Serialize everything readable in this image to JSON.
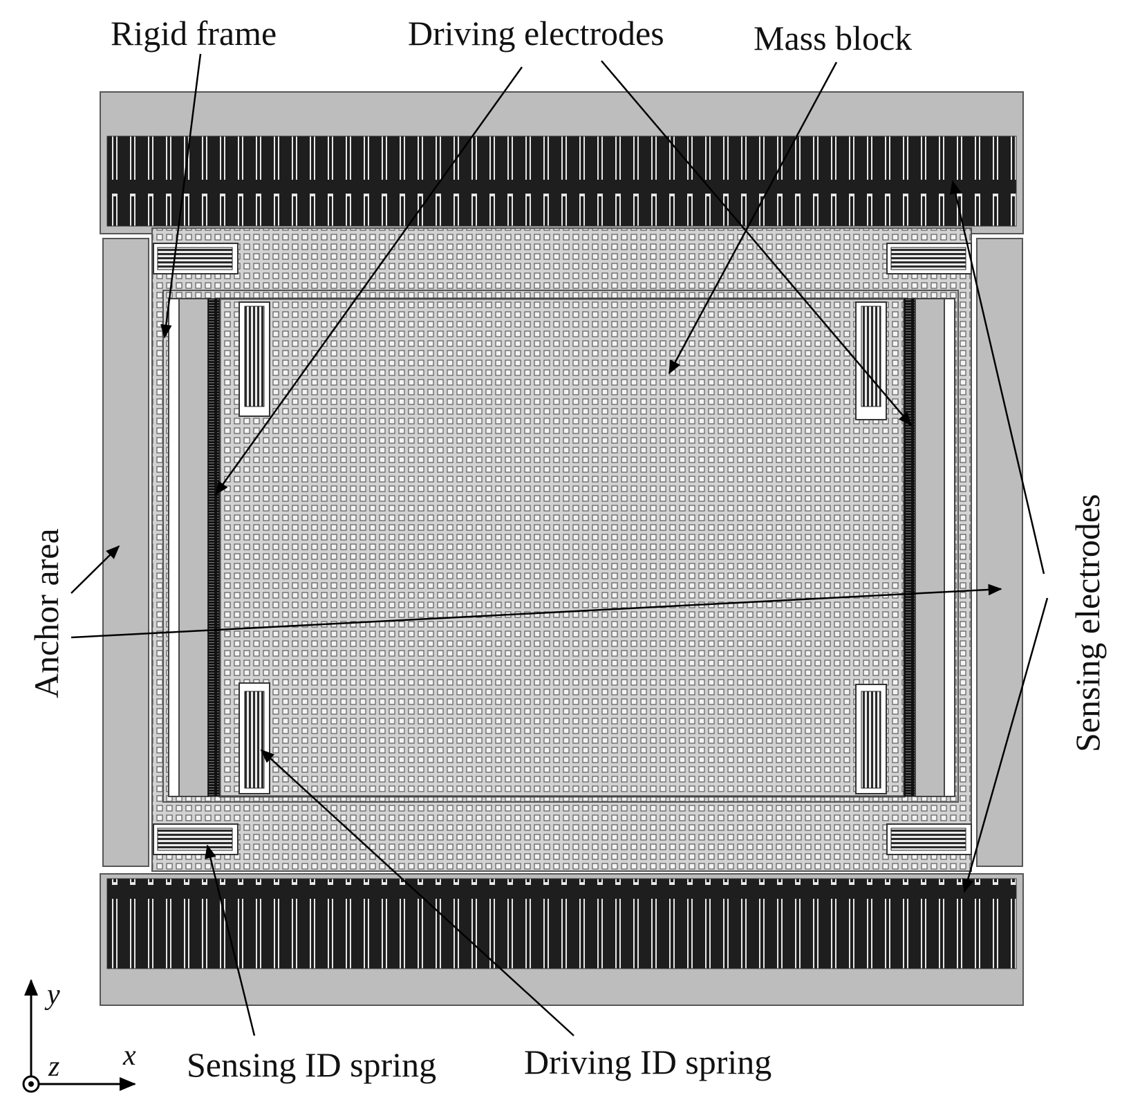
{
  "labels": {
    "rigid_frame": "Rigid frame",
    "driving_electrodes": "Driving electrodes",
    "mass_block": "Mass block",
    "anchor_area": "Anchor area",
    "sensing_electrodes": "Sensing electrodes",
    "sensing_id_spring": "Sensing ID spring",
    "driving_id_spring": "Driving ID spring"
  },
  "axes": {
    "y": "y",
    "x": "x",
    "z": "z"
  },
  "colors": {
    "anchor": "#bdbdbd",
    "comb_dark": "#1e1e1e",
    "mesh": "#d0d0d0",
    "outline": "#555555",
    "arrow": "#000000"
  }
}
